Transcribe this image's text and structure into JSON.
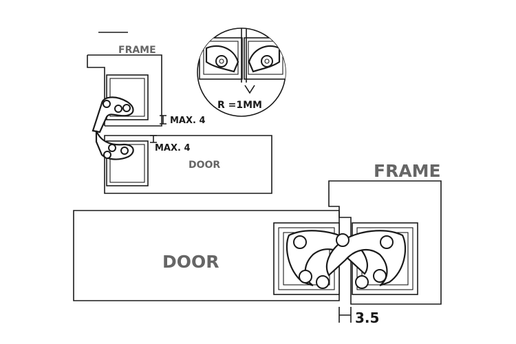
{
  "diagram": {
    "top_view": {
      "frame_label": "FRAME",
      "door_label": "DOOR",
      "gap_top_label": "MAX. 4",
      "gap_bottom_label": "MAX. 4"
    },
    "detail": {
      "radius_label": "R =1MM"
    },
    "bottom_view": {
      "frame_label": "FRAME",
      "door_label": "DOOR",
      "gap_label": "3.5"
    }
  }
}
